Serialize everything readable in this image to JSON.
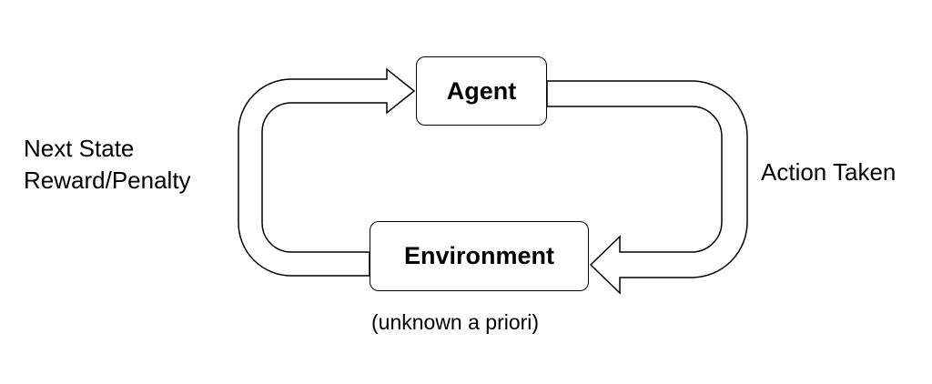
{
  "nodes": {
    "agent": "Agent",
    "environment": "Environment",
    "environment_note": "(unknown a priori)"
  },
  "edges": {
    "action": "Action Taken",
    "feedback_line1": "Next State",
    "feedback_line2": "Reward/Penalty"
  },
  "colors": {
    "stroke": "#000000",
    "fill": "#ffffff"
  }
}
